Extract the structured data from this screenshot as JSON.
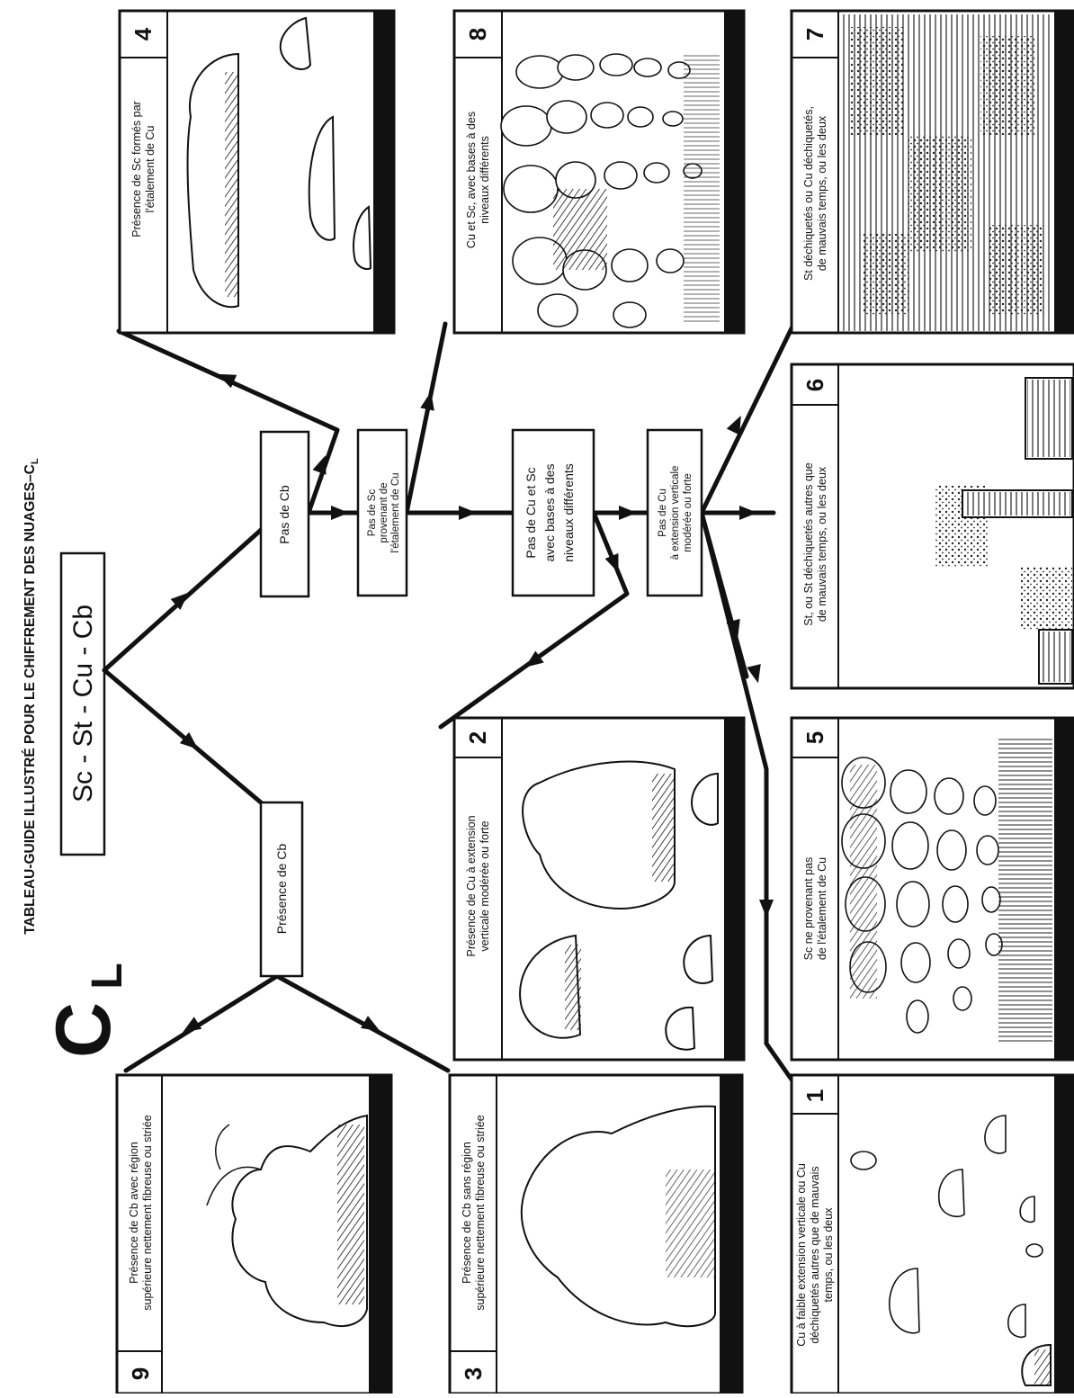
{
  "header": {
    "title": "TABLEAU-GUIDE ILLUSTRÉ POUR LE CHIFFREMENT DES NUAGES–",
    "title_symbol": "C",
    "title_subscript": "L",
    "big_symbol": "C",
    "big_subscript": "L",
    "genera": "Sc - St - Cu - Cb"
  },
  "decisions": {
    "presence_cb": "Présence de Cb",
    "pas_de_cb": "Pas de Cb",
    "pas_sc": [
      "Pas de Sc",
      "provenant de",
      "l'étalement de Cu"
    ],
    "pas_cu_sc": [
      "Pas de Cu et Sc",
      "avec bases à des",
      "niveaux différents"
    ],
    "pas_cu": [
      "Pas de Cu",
      "à extension verticale",
      "modérée ou forte"
    ]
  },
  "panels": [
    {
      "code": "9",
      "caption": [
        "Présence de Cb avec région",
        "supérieure nettement fibreuse ou striée"
      ]
    },
    {
      "code": "3",
      "caption": [
        "Présence de Cb sans région",
        "supérieure nettement fibreuse ou striée"
      ]
    },
    {
      "code": "2",
      "caption": [
        "Présence de Cu à extension",
        "verticale modérée ou forte"
      ]
    },
    {
      "code": "4",
      "caption": [
        "Présence de Sc formés par",
        "l'étalement de Cu"
      ]
    },
    {
      "code": "8",
      "caption": [
        "Cu et Sc, avec bases à des",
        "niveaux différents"
      ]
    },
    {
      "code": "7",
      "caption": [
        "St déchiquetés ou Cu déchiquetés,",
        "de mauvais temps, ou les deux"
      ]
    },
    {
      "code": "6",
      "caption": [
        "St, ou St déchiquetés autres que",
        "de mauvais temps, ou les deux"
      ]
    },
    {
      "code": "5",
      "caption": [
        "Sc ne provenant pas",
        "de l'étalement de Cu"
      ]
    },
    {
      "code": "1",
      "caption": [
        "Cu à faible extension verticale ou Cu",
        "déchiquetés autres que de mauvais",
        "temps, ou les deux"
      ]
    }
  ]
}
